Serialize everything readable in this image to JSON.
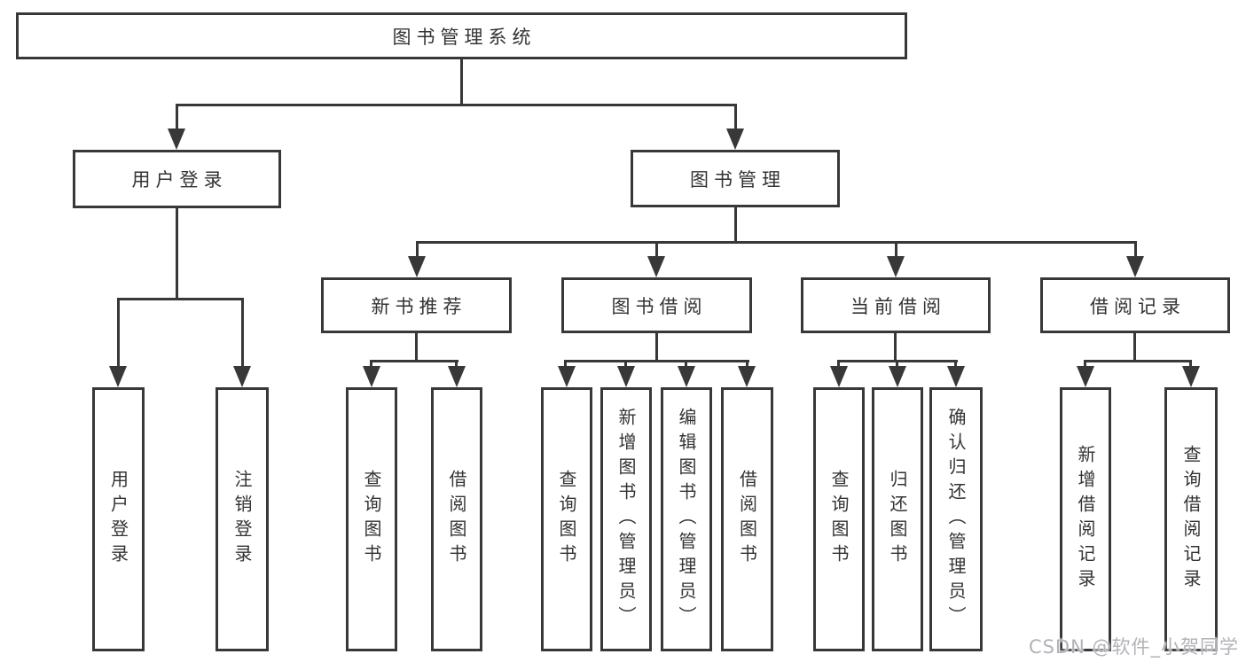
{
  "diagram": {
    "root": {
      "label": "图书管理系统"
    },
    "level2": [
      {
        "label": "用户登录",
        "children": [
          "用户登录",
          "注销登录"
        ]
      },
      {
        "label": "图书管理"
      }
    ],
    "level3": [
      {
        "label": "新书推荐",
        "children": [
          "查询图书",
          "借阅图书"
        ]
      },
      {
        "label": "图书借阅",
        "children": [
          "查询图书",
          "新增图书（管理员）",
          "编辑图书（管理员）",
          "借阅图书"
        ]
      },
      {
        "label": "当前借阅",
        "children": [
          "查询图书",
          "归还图书",
          "确认归还（管理员）"
        ]
      },
      {
        "label": "借阅记录",
        "children": [
          "新增借阅记录",
          "查询借阅记录"
        ]
      }
    ]
  },
  "watermark": {
    "text": "CSDN @软件_小贺同学"
  },
  "colors": {
    "line": "#383838",
    "node_text": "#333333",
    "background": "#ffffff",
    "watermark_text": "#b2b2b8"
  }
}
